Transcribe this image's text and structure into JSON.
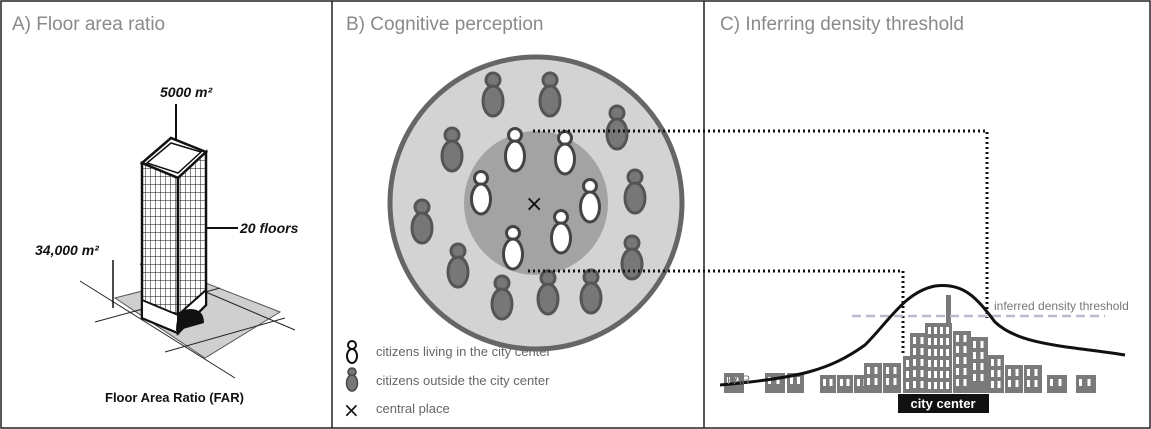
{
  "panels": {
    "a": {
      "title": "A) Floor area ratio",
      "top_area": "5000 m²",
      "floors": "20 floors",
      "site_area": "34,000 m²",
      "caption": "Floor Area Ratio (FAR)"
    },
    "b": {
      "title": "B) Cognitive perception",
      "legend": {
        "inside": "citizens living in the city center",
        "outside": "citizens outside the city center",
        "central": "central place"
      }
    },
    "c": {
      "title": "C) Inferring density threshold",
      "threshold_label": "inferred density threshold",
      "far_label": "FAR",
      "city_center_label": "city center"
    }
  },
  "colors": {
    "outer_ring": "#d3d3d3",
    "inner_ring": "#a3a3a3",
    "person_dark": "#777777",
    "building": "#7a7a7a",
    "threshold_line": "#bdb8cc",
    "border": "#222222"
  }
}
